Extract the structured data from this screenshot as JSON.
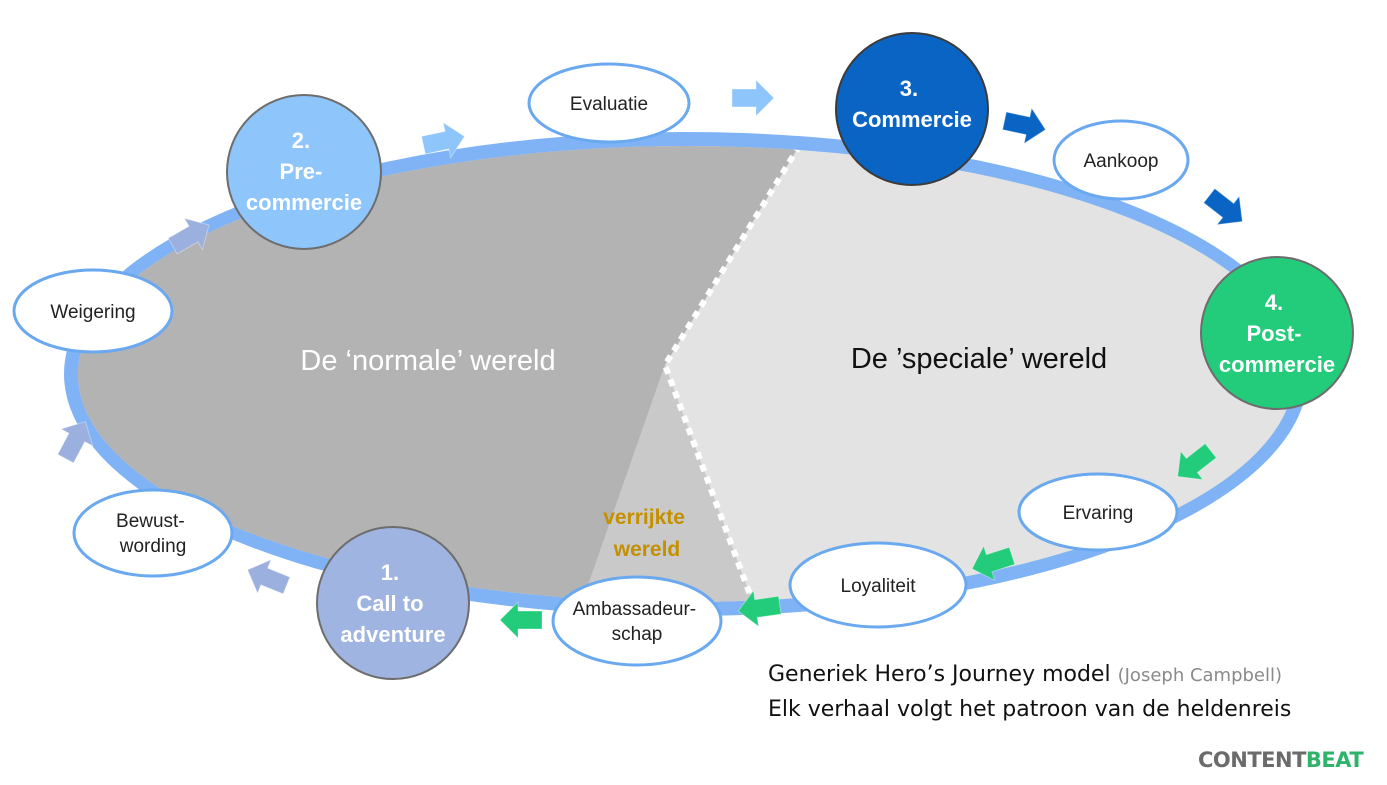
{
  "regions": {
    "normal": "De ‘normale’ wereld",
    "special": "De ’speciale’ wereld",
    "enriched": [
      "verrijkte",
      "wereld"
    ]
  },
  "phases": {
    "call": [
      "1.",
      "Call to",
      "adventure"
    ],
    "precommerce": [
      "2.",
      "Pre-",
      "commercie"
    ],
    "commerce": [
      "3.",
      "Commercie"
    ],
    "postcommerce": [
      "4.",
      "Post-",
      "commercie"
    ]
  },
  "stages": {
    "evaluatie": [
      "Evaluatie"
    ],
    "aankoop": [
      "Aankoop"
    ],
    "weigering": [
      "Weigering"
    ],
    "bewustwording": [
      "Bewust-",
      "wording"
    ],
    "ervaring": [
      "Ervaring"
    ],
    "loyaliteit": [
      "Loyaliteit"
    ],
    "ambassadeurschap": [
      "Ambassadeur-",
      "schap"
    ]
  },
  "caption": {
    "line1": "Generiek Hero’s Journey model",
    "author": "(Joseph Campbell)",
    "line2": "Elk verhaal volgt het patroon van de heldenreis"
  },
  "brand": {
    "part1": "CONTENT",
    "part2": "BEAT"
  },
  "colors": {
    "ring": "#7fb3f5",
    "normal_world": "#b4b3b4",
    "special_world": "#e3e3e3",
    "enriched_world": "#c9c9c9",
    "phase1": "#9fb4e0",
    "phase2": "#8ec5fb",
    "phase3": "#0a64c4",
    "phase4": "#22cc7a",
    "enriched_text": "#c49000",
    "brand_gray": "#6b6b6b",
    "brand_green": "#2fb36b"
  }
}
